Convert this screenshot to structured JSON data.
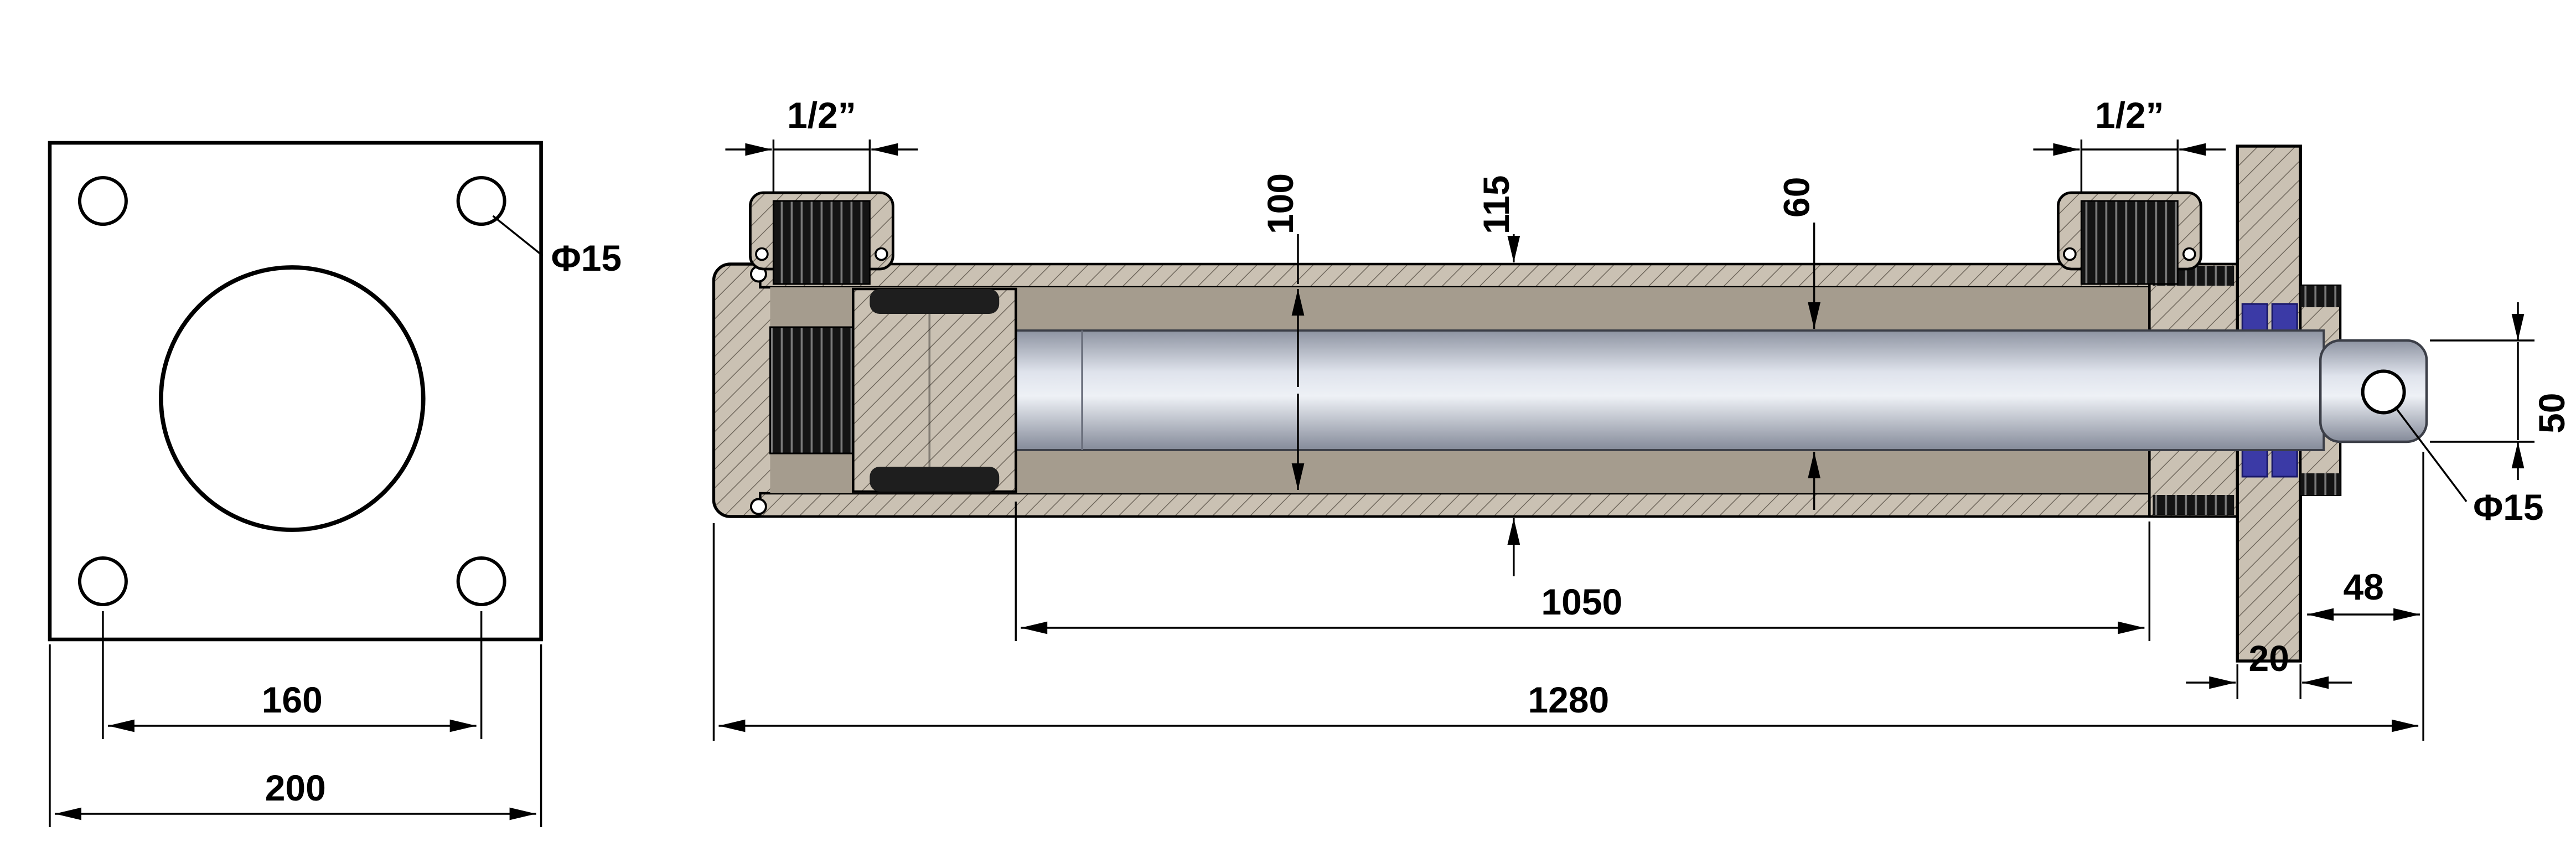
{
  "drawing": {
    "kind": "hydraulic-cylinder-technical-drawing"
  },
  "colors": {
    "metal": "#cac1b3",
    "hatch_line": "#6f675c",
    "interior": "#a59c8e",
    "rod_light": "#eef1f6",
    "rod_dark": "#848a99",
    "seal_blue": "#3b3aa6",
    "outline": "#000000",
    "background": "#ffffff"
  },
  "flange_view": {
    "hole_diameter": "Φ15",
    "bolt_spacing": "160",
    "plate_size": "200"
  },
  "section_view": {
    "port_left": "1/2”",
    "port_right": "1/2”",
    "bore_diameter": "100",
    "tube_outer_diameter": "115",
    "rod_diameter": "60",
    "rod_end_diameter": "50",
    "rod_hole_diameter": "Φ15",
    "stroke_length": "1050",
    "overall_length": "1280",
    "rod_extension": "48",
    "flange_thickness": "20"
  }
}
